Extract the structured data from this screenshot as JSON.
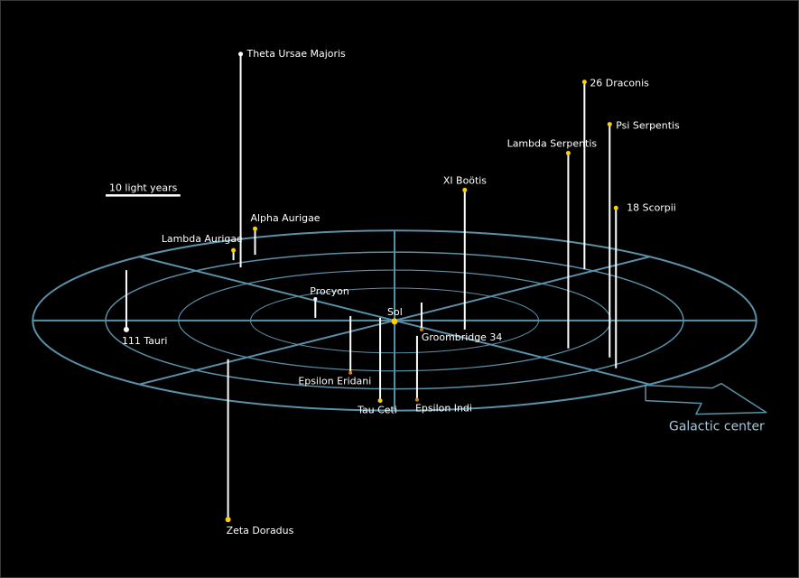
{
  "scale_bar": {
    "label": "10 light years"
  },
  "galactic_center": {
    "label": "Galactic center",
    "arrow": "arrow-right-icon"
  },
  "colors": {
    "background": "#000000",
    "grid": "#5a90a8",
    "stem": "#ffffff",
    "star_white": "#ffffff",
    "star_yellow": "#ffd000",
    "star_orange": "#e08000",
    "label": "#ffffff",
    "galactic_label": "#a8c8dc"
  },
  "stars": [
    {
      "id": "sol",
      "name": "Sol",
      "color": "yellow"
    },
    {
      "id": "theta-ursae-majoris",
      "name": "Theta Ursae Majoris",
      "color": "white"
    },
    {
      "id": "26-draconis",
      "name": "26 Draconis",
      "color": "yellow"
    },
    {
      "id": "psi-serpentis",
      "name": "Psi Serpentis",
      "color": "yellow"
    },
    {
      "id": "lambda-serpentis",
      "name": "Lambda Serpentis",
      "color": "yellow"
    },
    {
      "id": "xi-bootis",
      "name": "XI Boötis",
      "color": "yellow"
    },
    {
      "id": "18-scorpii",
      "name": "18 Scorpii",
      "color": "yellow"
    },
    {
      "id": "alpha-aurigae",
      "name": "Alpha Aurigae",
      "color": "yellow"
    },
    {
      "id": "lambda-aurigae",
      "name": "Lambda Aurigae",
      "color": "yellow"
    },
    {
      "id": "procyon",
      "name": "Procyon",
      "color": "white"
    },
    {
      "id": "111-tauri",
      "name": "111 Tauri",
      "color": "white"
    },
    {
      "id": "groombridge-34",
      "name": "Groombridge 34",
      "color": "orange"
    },
    {
      "id": "epsilon-eridani",
      "name": "Epsilon Eridani",
      "color": "orange"
    },
    {
      "id": "tau-ceti",
      "name": "Tau Ceti",
      "color": "yellow"
    },
    {
      "id": "epsilon-indi",
      "name": "Epsilon Indi",
      "color": "orange"
    },
    {
      "id": "zeta-doradus",
      "name": "Zeta Doradus",
      "color": "yellow"
    }
  ]
}
